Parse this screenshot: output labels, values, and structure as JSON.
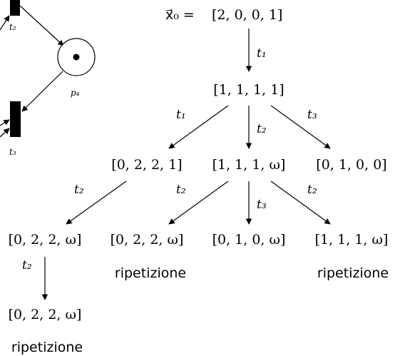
{
  "petri_net": {
    "transitions": [
      "t₂",
      "t₃"
    ],
    "place": {
      "label": "p₄",
      "tokens": 1
    }
  },
  "tree": {
    "root": {
      "prefix": "x⃗₀ = ",
      "marking": "[2, 0, 0, 1]"
    },
    "edge_root": "t₁",
    "level1": "[1, 1, 1, 1]",
    "edges_level1": [
      "t₁",
      "t₂",
      "t₃"
    ],
    "level2": [
      "[0, 2, 2, 1]",
      "[1, 1, 1, ω]",
      "[0, 1, 0, 0]"
    ],
    "edges_level2_left": "t₂",
    "edges_level2_mid": [
      "t₂",
      "t₃",
      "t₂"
    ],
    "level3": [
      "[0, 2, 2, ω]",
      "[0, 2, 2, ω]",
      "[0, 1, 0, ω]",
      "[1, 1, 1, ω]"
    ],
    "edge_level3": "t₂",
    "level4": "[0, 2, 2, ω]",
    "repeat_note": "ripetizione"
  }
}
